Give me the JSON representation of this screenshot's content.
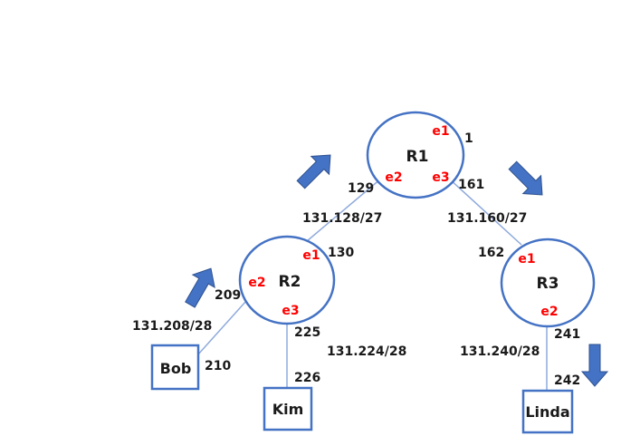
{
  "colors": {
    "node_stroke": "#4472C4",
    "link": "#8FAADC",
    "arrow": "#4472C4",
    "interface": "#FF0000",
    "text": "#1A1A1A"
  },
  "routers": {
    "r1": {
      "name": "R1",
      "e1": "e1",
      "e2": "e2",
      "e3": "e3"
    },
    "r2": {
      "name": "R2",
      "e1": "e1",
      "e2": "e2",
      "e3": "e3"
    },
    "r3": {
      "name": "R3",
      "e1": "e1",
      "e2": "e2"
    }
  },
  "hosts": {
    "bob": "Bob",
    "kim": "Kim",
    "linda": "Linda"
  },
  "addresses": {
    "r1_e1": "1",
    "r1_e2": "129",
    "r1_e3": "161",
    "r2_e1": "130",
    "r2_e2": "209",
    "r2_e3": "225",
    "r3_e1": "162",
    "r3_e2": "241",
    "bob": "210",
    "kim": "226",
    "linda": "242"
  },
  "subnets": {
    "r1_r2": "131.128/27",
    "r1_r3": "131.160/27",
    "r2_bob": "131.208/28",
    "r2_kim": "131.224/28",
    "r3_linda": "131.240/28"
  },
  "arrows": [
    "arrow-up-right",
    "arrow-up-right",
    "arrow-down-right",
    "arrow-down"
  ]
}
